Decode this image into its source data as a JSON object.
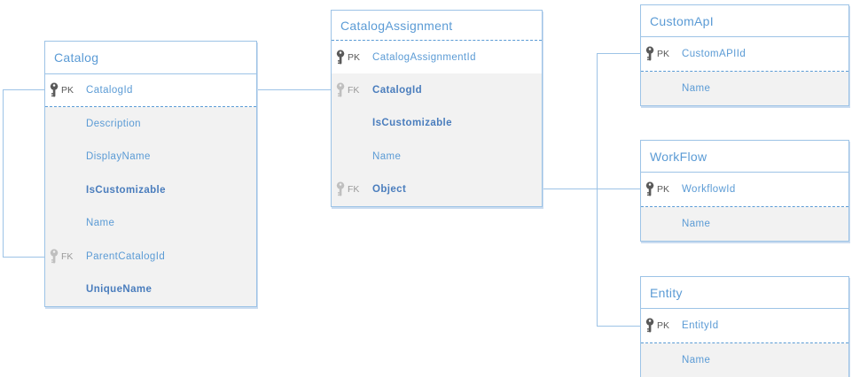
{
  "diagram": {
    "colors": {
      "background": "#ffffff",
      "table_border": "#9dc3e6",
      "title_text": "#5b9bd5",
      "attribute_text": "#5b9bd5",
      "attribute_bold_text": "#4a7dbd",
      "section_background": "#f2f2f2",
      "pk_icon": "#595959",
      "fk_icon": "#bfbfbf",
      "key_label_pk": "#595959",
      "key_label_fk": "#9b9b9b",
      "connector": "#9dc3e6"
    },
    "tables": [
      {
        "title": "Catalog",
        "rows": [
          {
            "key": "PK",
            "label": "CatalogId"
          },
          {
            "key": "",
            "label": "Description"
          },
          {
            "key": "",
            "label": "DisplayName"
          },
          {
            "key": "",
            "label": "IsCustomizable"
          },
          {
            "key": "",
            "label": "Name"
          },
          {
            "key": "FK",
            "label": "ParentCatalogId"
          },
          {
            "key": "",
            "label": "UniqueName"
          }
        ]
      },
      {
        "title": "CatalogAssignment",
        "rows": [
          {
            "key": "PK",
            "label": "CatalogAssignmentId"
          },
          {
            "key": "FK",
            "label": "CatalogId"
          },
          {
            "key": "",
            "label": "IsCustomizable"
          },
          {
            "key": "",
            "label": "Name"
          },
          {
            "key": "FK",
            "label": "Object"
          }
        ]
      },
      {
        "title": "CustomApI",
        "rows": [
          {
            "key": "PK",
            "label": "CustomAPIId"
          },
          {
            "key": "",
            "label": "Name"
          }
        ]
      },
      {
        "title": "WorkFlow",
        "rows": [
          {
            "key": "PK",
            "label": "WorkflowId"
          },
          {
            "key": "",
            "label": "Name"
          }
        ]
      },
      {
        "title": "Entity",
        "rows": [
          {
            "key": "PK",
            "label": "EntityId"
          },
          {
            "key": "",
            "label": "Name"
          }
        ]
      }
    ],
    "relationships": [
      {
        "from": "Catalog.CatalogId",
        "to": "Catalog.ParentCatalogId"
      },
      {
        "from": "Catalog.CatalogId",
        "to": "CatalogAssignment.CatalogId"
      },
      {
        "from": "CatalogAssignment.Object",
        "to": "CustomApI.CustomAPIId"
      },
      {
        "from": "CatalogAssignment.Object",
        "to": "WorkFlow.WorkflowId"
      },
      {
        "from": "CatalogAssignment.Object",
        "to": "Entity.EntityId"
      }
    ]
  }
}
